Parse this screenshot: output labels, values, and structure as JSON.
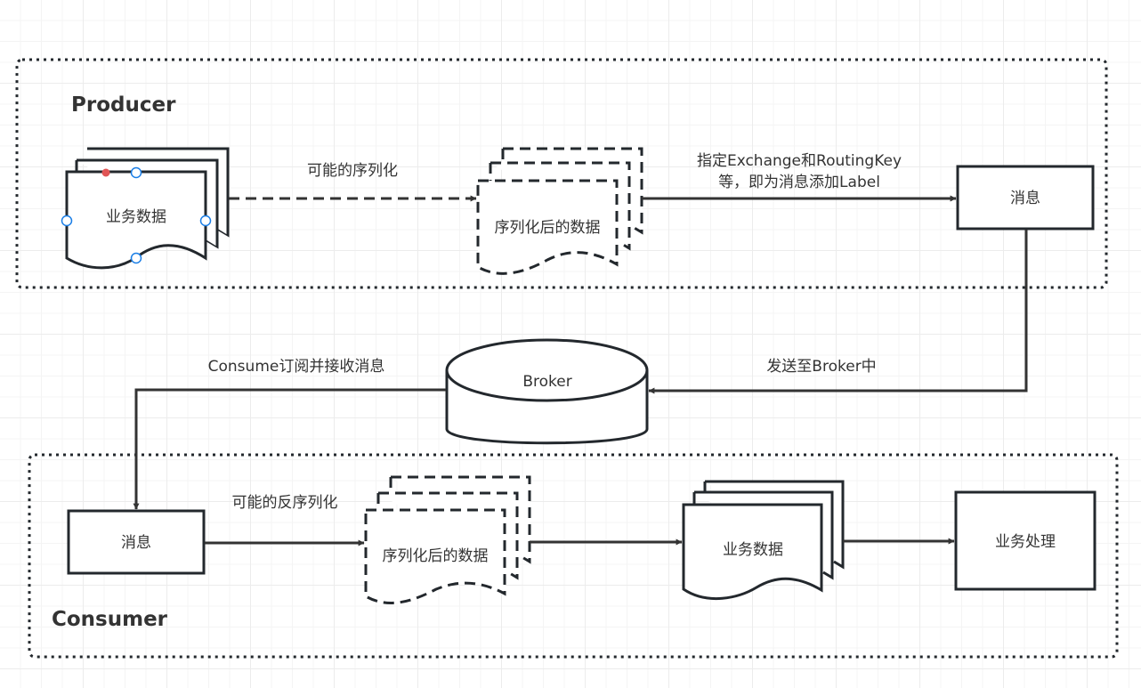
{
  "producer": {
    "title": "Producer",
    "business_data": "业务数据",
    "serialized_data": "序列化后的数据",
    "message": "消息",
    "edge_serialize": "可能的序列化",
    "edge_label_line1": "指定Exchange和RoutingKey",
    "edge_label_line2": "等，即为消息添加Label"
  },
  "broker": {
    "label": "Broker",
    "edge_send": "发送至Broker中",
    "edge_consume": "Consume订阅并接收消息"
  },
  "consumer": {
    "title": "Consumer",
    "message": "消息",
    "serialized_data": "序列化后的数据",
    "business_data": "业务数据",
    "processing": "业务处理",
    "edge_deserialize": "可能的反序列化"
  },
  "colors": {
    "stroke": "#23282d",
    "text": "#333333",
    "selection_handle": "#1a7ee6",
    "selection_anchor": "#e05555"
  }
}
